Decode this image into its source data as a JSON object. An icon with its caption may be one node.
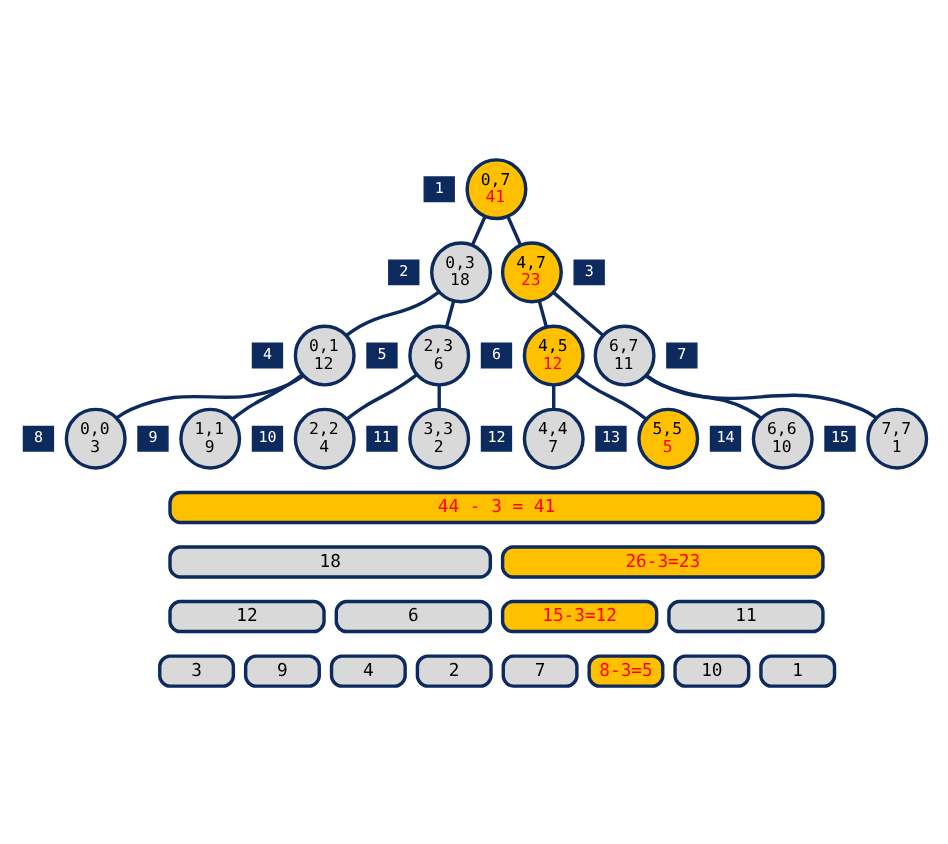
{
  "diagram": {
    "nodes": [
      {
        "text": [
          "1"
        ]
      },
      {
        "text": [
          "0,7",
          "41"
        ]
      },
      {
        "text": [
          "2"
        ]
      },
      {
        "text": [
          "0,3",
          "18"
        ]
      },
      {
        "text": [
          "3"
        ]
      },
      {
        "text": [
          "4,7",
          "23"
        ]
      },
      {
        "text": [
          "4"
        ]
      },
      {
        "text": [
          "0,1",
          "12"
        ]
      },
      {
        "text": [
          "5"
        ]
      },
      {
        "text": [
          "2,3",
          "6"
        ]
      },
      {
        "text": [
          "6"
        ]
      },
      {
        "text": [
          "4,5",
          "12"
        ]
      },
      {
        "text": [
          "7"
        ]
      },
      {
        "text": [
          "6,7",
          "11"
        ]
      },
      {
        "text": [
          "8"
        ]
      },
      {
        "text": [
          "0,0",
          "3"
        ]
      },
      {
        "text": [
          "9"
        ]
      },
      {
        "text": [
          "1,1",
          "9"
        ]
      },
      {
        "text": [
          "10"
        ]
      },
      {
        "text": [
          "2,2",
          "4"
        ]
      },
      {
        "text": [
          "11"
        ]
      },
      {
        "text": [
          "3,3",
          "2"
        ]
      },
      {
        "text": [
          "12"
        ]
      },
      {
        "text": [
          "4,4",
          "7"
        ]
      },
      {
        "text": [
          "13"
        ]
      },
      {
        "text": [
          "5,5",
          "5"
        ]
      },
      {
        "text": [
          "14"
        ]
      },
      {
        "text": [
          "6,6",
          "10"
        ]
      },
      {
        "text": [
          "15"
        ]
      },
      {
        "text": [
          "7,7",
          "1"
        ]
      },
      {
        "text": [
          "44 - 3 = 41"
        ]
      },
      {
        "text": [
          "18"
        ]
      },
      {
        "text": [
          "26-3=23"
        ]
      },
      {
        "text": [
          "12"
        ]
      },
      {
        "text": [
          "6"
        ]
      },
      {
        "text": [
          "15-3=12"
        ]
      },
      {
        "text": [
          "11"
        ]
      },
      {
        "text": [
          "3"
        ]
      },
      {
        "text": [
          "9"
        ]
      },
      {
        "text": [
          "4"
        ]
      },
      {
        "text": [
          "2"
        ]
      },
      {
        "text": [
          "7"
        ]
      },
      {
        "text": [
          "8-3=5"
        ]
      },
      {
        "text": [
          "10"
        ]
      },
      {
        "text": [
          "1"
        ]
      }
    ],
    "edges": [
      {
        "from": 1,
        "to": 3,
        "arrow": "none"
      },
      {
        "from": 1,
        "to": 5,
        "arrow": "none"
      },
      {
        "from": 3,
        "to": 7,
        "arrow": "none"
      },
      {
        "from": 3,
        "to": 9,
        "arrow": "none"
      },
      {
        "from": 5,
        "to": 11,
        "arrow": "none"
      },
      {
        "from": 5,
        "to": 13,
        "arrow": "none"
      },
      {
        "from": 7,
        "to": 15,
        "arrow": "none"
      },
      {
        "from": 7,
        "to": 17,
        "arrow": "none"
      },
      {
        "from": 9,
        "to": 19,
        "arrow": "none"
      },
      {
        "from": 9,
        "to": 21,
        "arrow": "none"
      },
      {
        "from": 11,
        "to": 23,
        "arrow": "none"
      },
      {
        "from": 11,
        "to": 25,
        "arrow": "none"
      },
      {
        "from": 13,
        "to": 27,
        "arrow": "none"
      },
      {
        "from": 13,
        "to": 29,
        "arrow": "none"
      }
    ]
  }
}
